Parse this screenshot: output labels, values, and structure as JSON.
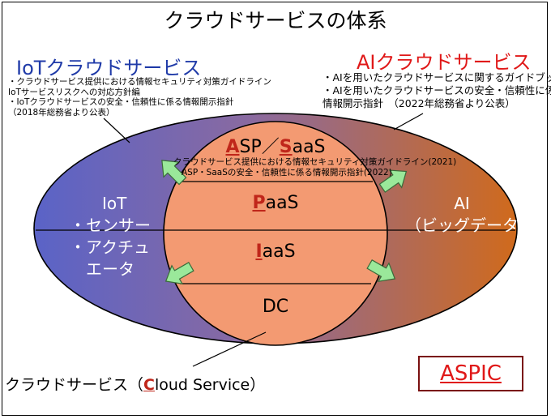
{
  "title": "クラウドサービスの体系",
  "iot": {
    "heading": "IoTクラウドサービス",
    "notes": [
      "・クラウドサービス提供における情報セキュリティ対策ガイドライン",
      "  IoTサービスリスクへの対応方針編",
      "・IoTクラウドサービスの安全・信頼性に係る情報開示指針",
      "  （2018年総務省より公表）"
    ],
    "body": [
      "IoT",
      "・センサー",
      "・アクチュ",
      "　エータ"
    ]
  },
  "ai": {
    "heading": "AIクラウドサービス",
    "notes": [
      "・AIを用いたクラウドサービスに関するガイドブック",
      "・AIを用いたクラウドサービスの安全・信頼性に係る",
      "情報開示指針　（2022年総務省より公表）"
    ],
    "body": [
      "AI",
      "（ビッグデータ）"
    ]
  },
  "layers": {
    "asp_saas": {
      "cap1": "A",
      "rest1": "SP／",
      "cap2": "S",
      "rest2": "aaS"
    },
    "guidelines": [
      "クラウドサービス提供における情報セキュリティ対策ガイドライン(2021)",
      "ASP・SaaSの安全・信頼性に係る情報開示指針(2022)"
    ],
    "paas": {
      "cap": "P",
      "rest": "aaS"
    },
    "iaas": {
      "cap": "I",
      "rest": "aaS"
    },
    "dc": "DC"
  },
  "cloud_label": {
    "prefix": "クラウドサービス（",
    "cap": "C",
    "rest": "loud Service）"
  },
  "brand": "ASPIC",
  "colors": {
    "ellipse_left": "#5a63c7",
    "ellipse_right": "#d06a1c",
    "circle_fill": "#f39a72",
    "arrow_fill": "#9ae89a",
    "accent_red": "#e01818"
  }
}
